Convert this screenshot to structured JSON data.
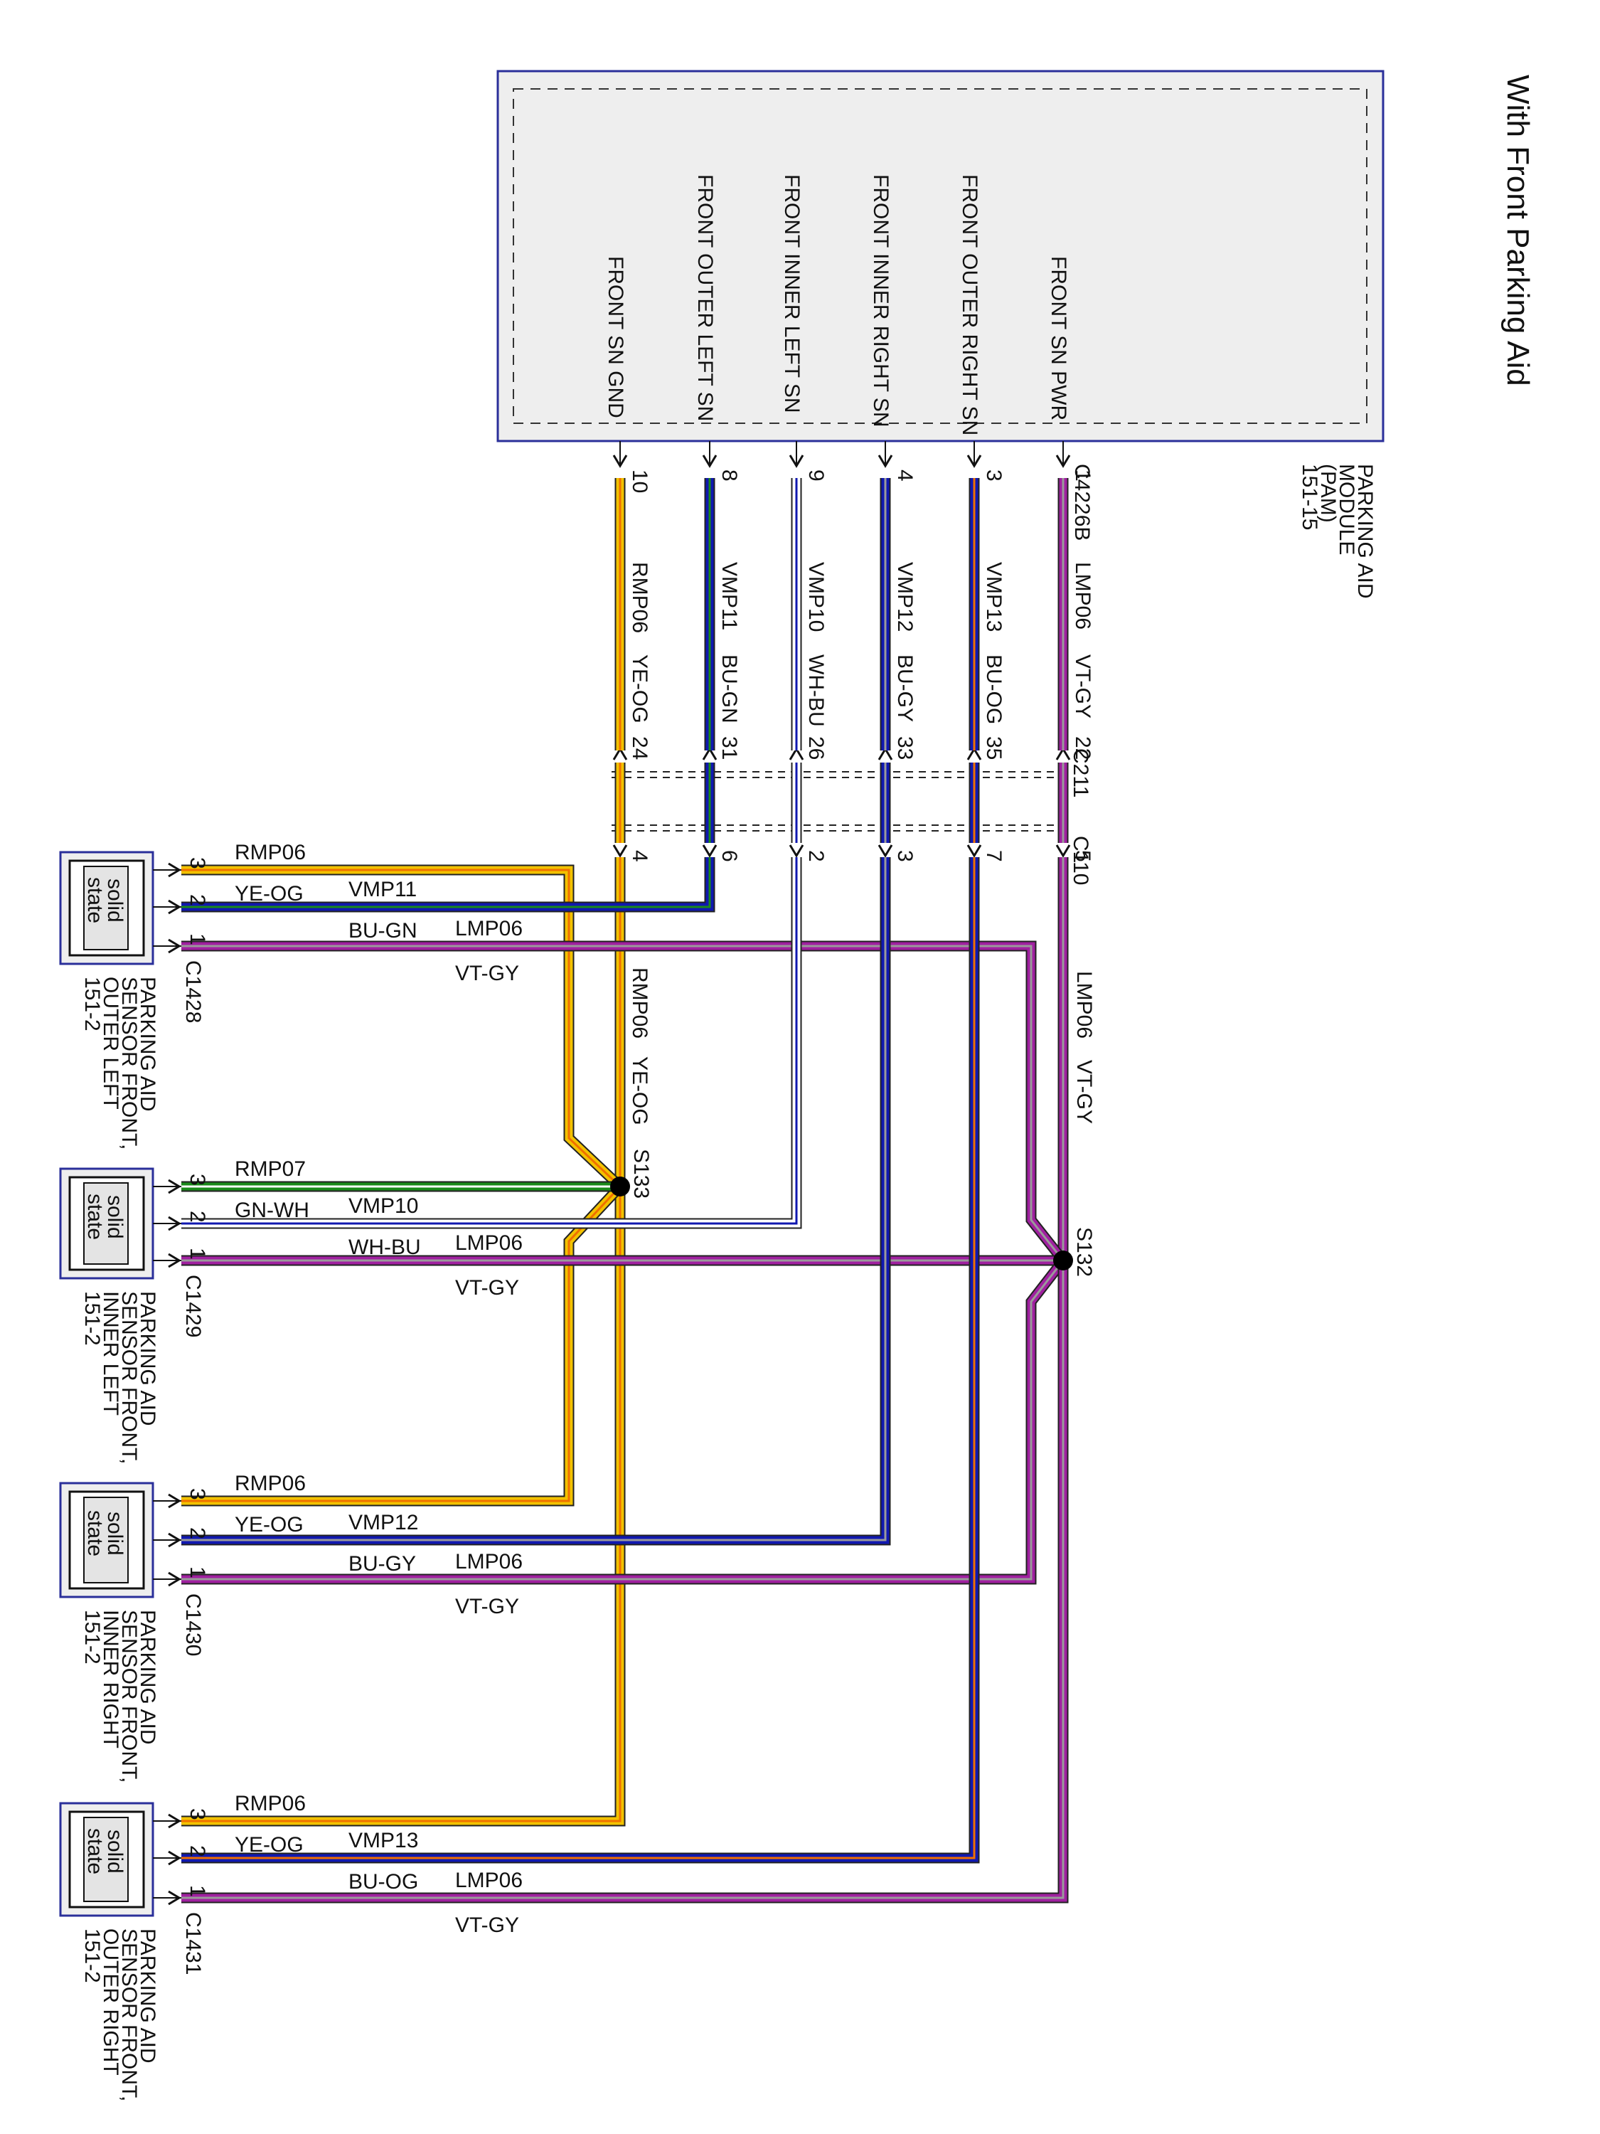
{
  "title": "With Front Parking Aid",
  "module": {
    "name_lines": [
      "PARKING AID",
      "MODULE",
      "(PAM)",
      "151-15"
    ],
    "connector": "C4226B",
    "pins": [
      {
        "pin": "1",
        "function": "FRONT SN PWR"
      },
      {
        "pin": "3",
        "function": "FRONT OUTER RIGHT SN"
      },
      {
        "pin": "4",
        "function": "FRONT INNER RIGHT SN"
      },
      {
        "pin": "9",
        "function": "FRONT INNER LEFT SN"
      },
      {
        "pin": "8",
        "function": "FRONT OUTER LEFT SN"
      },
      {
        "pin": "10",
        "function": "FRONT SN GND"
      }
    ]
  },
  "harness_wires": [
    {
      "circuit": "LMP06",
      "color": "VT-GY",
      "c211_pin": "22",
      "c110_pin": "5"
    },
    {
      "circuit": "VMP13",
      "color": "BU-OG",
      "c211_pin": "35",
      "c110_pin": "7"
    },
    {
      "circuit": "VMP12",
      "color": "BU-GY",
      "c211_pin": "33",
      "c110_pin": "3"
    },
    {
      "circuit": "VMP10",
      "color": "WH-BU",
      "c211_pin": "26",
      "c110_pin": "2"
    },
    {
      "circuit": "VMP11",
      "color": "BU-GN",
      "c211_pin": "31",
      "c110_pin": "6"
    },
    {
      "circuit": "RMP06",
      "color": "YE-OG",
      "c211_pin": "24",
      "c110_pin": "4"
    }
  ],
  "inline_connectors": {
    "upper": "C211",
    "lower": "C110"
  },
  "trunk_labels": {
    "right": {
      "circuit": "LMP06",
      "color": "VT-GY"
    },
    "left": {
      "circuit": "RMP06",
      "color": "YE-OG"
    }
  },
  "splices": {
    "ground": "S133",
    "power": "S132"
  },
  "solid_state_label": [
    "solid",
    "state"
  ],
  "sensors": [
    {
      "connector": "C1428",
      "name_lines": [
        "PARKING AID",
        "SENSOR FRONT,",
        "OUTER LEFT",
        "151-2"
      ],
      "wires": [
        {
          "pin": "3",
          "circuit": "RMP06",
          "color": "YE-OG"
        },
        {
          "pin": "2",
          "circuit": "VMP11",
          "color": "BU-GN"
        },
        {
          "pin": "1",
          "circuit": "LMP06",
          "color": "VT-GY"
        }
      ]
    },
    {
      "connector": "C1429",
      "name_lines": [
        "PARKING AID",
        "SENSOR FRONT,",
        "INNER LEFT",
        "151-2"
      ],
      "wires": [
        {
          "pin": "3",
          "circuit": "RMP07",
          "color": "GN-WH"
        },
        {
          "pin": "2",
          "circuit": "VMP10",
          "color": "WH-BU"
        },
        {
          "pin": "1",
          "circuit": "LMP06",
          "color": "VT-GY"
        }
      ]
    },
    {
      "connector": "C1430",
      "name_lines": [
        "PARKING AID",
        "SENSOR FRONT,",
        "INNER RIGHT",
        "151-2"
      ],
      "wires": [
        {
          "pin": "3",
          "circuit": "RMP06",
          "color": "YE-OG"
        },
        {
          "pin": "2",
          "circuit": "VMP12",
          "color": "BU-GY"
        },
        {
          "pin": "1",
          "circuit": "LMP06",
          "color": "VT-GY"
        }
      ]
    },
    {
      "connector": "C1431",
      "name_lines": [
        "PARKING AID",
        "SENSOR FRONT,",
        "OUTER RIGHT",
        "151-2"
      ],
      "wires": [
        {
          "pin": "3",
          "circuit": "RMP06",
          "color": "YE-OG"
        },
        {
          "pin": "2",
          "circuit": "VMP13",
          "color": "BU-OG"
        },
        {
          "pin": "1",
          "circuit": "LMP06",
          "color": "VT-GY"
        }
      ]
    }
  ],
  "wire_colors": {
    "VT": "#a020a0",
    "YE": "#f2c200",
    "BU": "#1018b0",
    "WH": "#ffffff",
    "OG": "#f07000",
    "GY": "#9a9a9a",
    "GN": "#1a8a1a"
  }
}
